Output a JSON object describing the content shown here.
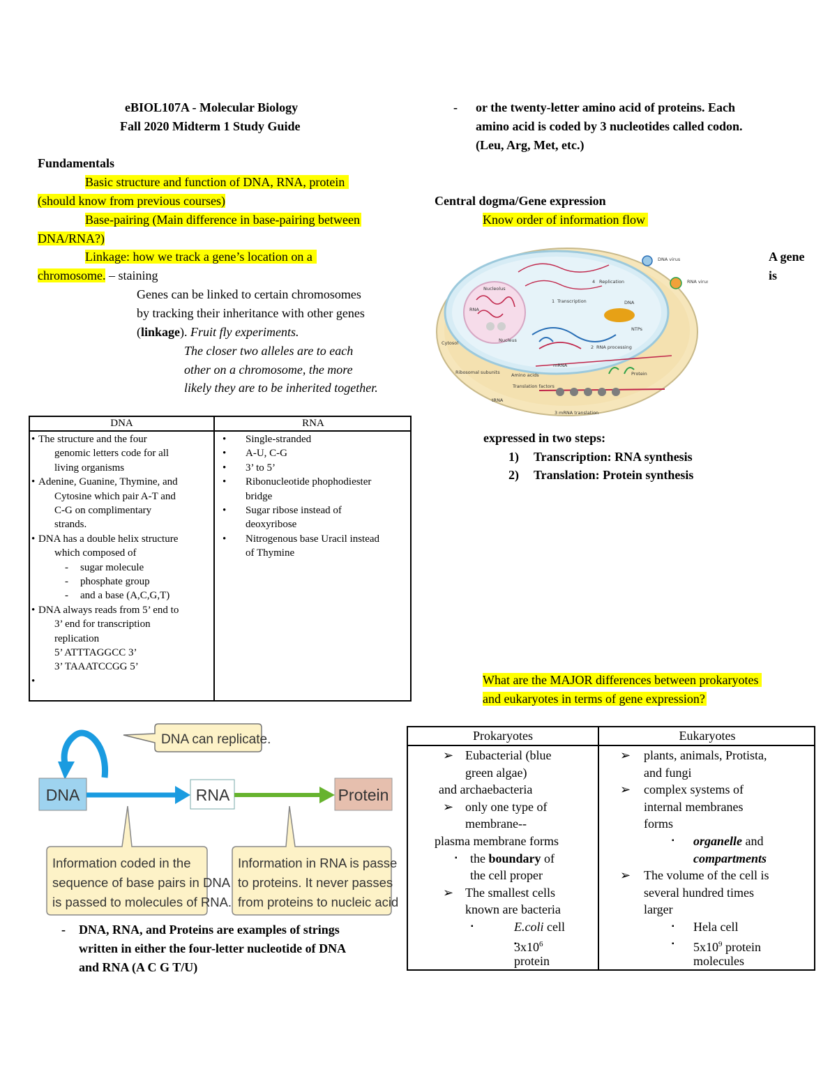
{
  "header": {
    "title_line1": "eBIOL107A - Molecular Biology",
    "title_line2": "Fall 2020 Midterm 1 Study Guide"
  },
  "fundamentals": {
    "heading": "Fundamentals",
    "item1_a": "Basic structure and function of DNA, RNA, protein",
    "item1_b": "(should know from previous courses)",
    "item2_a": "Base-pairing (Main difference in base-pairing between",
    "item2_b": "DNA/RNA?)",
    "item3_a": "Linkage: how we track a gene’s location on a",
    "item3_b": "chromosome.",
    "item3_c": " – staining",
    "linkage_1": "Genes can be linked to certain chromosomes",
    "linkage_2": "by tracking their inheritance with other genes",
    "linkage_3_open": "(",
    "linkage_3_bold": "linkage",
    "linkage_3_close": "). ",
    "linkage_3_ital": "Fruit fly experiments.",
    "closer_1": "The closer two alleles are to each",
    "closer_2": "other on a chromosome, the more",
    "closer_3": "likely they are to be inherited together."
  },
  "dna_rna_table": {
    "headers": [
      "DNA",
      "RNA"
    ],
    "dna_lines": [
      {
        "text": "The structure and the four",
        "bullet": "•",
        "indent": 0
      },
      {
        "text": "genomic letters code for all",
        "bullet": "",
        "indent": 1
      },
      {
        "text": "living organisms",
        "bullet": "",
        "indent": 1
      },
      {
        "text": "Adenine, Guanine, Thymine, and",
        "bullet": "•",
        "indent": 0
      },
      {
        "text": "Cytosine which pair A-T and",
        "bullet": "",
        "indent": 1
      },
      {
        "text": "C-G on complimentary",
        "bullet": "",
        "indent": 1
      },
      {
        "text": "strands.",
        "bullet": "",
        "indent": 1
      },
      {
        "text": "DNA has a double helix structure",
        "bullet": "•",
        "indent": 0
      },
      {
        "text": "which composed of",
        "bullet": "",
        "indent": 1
      },
      {
        "text": "sugar molecule",
        "bullet": "-",
        "indent": 2
      },
      {
        "text": "phosphate group",
        "bullet": "-",
        "indent": 2
      },
      {
        "text": "and a base (A,C,G,T)",
        "bullet": "-",
        "indent": 2
      },
      {
        "text": "DNA always reads from 5’ end to",
        "bullet": "•",
        "indent": 0
      },
      {
        "text": "3’ end for transcription",
        "bullet": "",
        "indent": 1
      },
      {
        "text": "replication",
        "bullet": "",
        "indent": 1
      },
      {
        "text": "5’ ATTTAGGCC 3’",
        "bullet": "",
        "indent": 1
      },
      {
        "text": "3’ TAAATCCGG 5’",
        "bullet": "",
        "indent": 1
      },
      {
        "text": "",
        "bullet": "•",
        "indent": 0
      }
    ],
    "rna_lines": [
      {
        "text": "Single-stranded",
        "bullet": "•"
      },
      {
        "text": "A-U, C-G",
        "bullet": "•"
      },
      {
        "text": "3’ to 5’",
        "bullet": "•"
      },
      {
        "text": "Ribonucleotide phophodiester",
        "bullet": "•"
      },
      {
        "text": "bridge",
        "bullet": ""
      },
      {
        "text": "Sugar ribose instead of",
        "bullet": "•"
      },
      {
        "text": "deoxyribose",
        "bullet": ""
      },
      {
        "text": "Nitrogenous base Uracil instead",
        "bullet": "•"
      },
      {
        "text": "of Thymine",
        "bullet": ""
      }
    ]
  },
  "flow_diagram": {
    "replicate_label": "DNA can replicate.",
    "dna_box": "DNA",
    "rna_box": "RNA",
    "protein_box": "Protein",
    "callout_left_1": "Information coded in the",
    "callout_left_2": "sequence of base pairs in DNA",
    "callout_left_3": "is passed to molecules of RNA.",
    "callout_right_1": "Information in RNA is passed",
    "callout_right_2": "to proteins. It never passes",
    "callout_right_3": "from proteins to nucleic acids.",
    "colors": {
      "dna_fill": "#9ed3ef",
      "rna_fill": "#ffffff",
      "protein_fill": "#e6bfae",
      "blue_arrow": "#1a9be0",
      "green_arrow": "#66b32e",
      "callout_fill": "#fdf2c7"
    }
  },
  "strings_note": {
    "dash": "-",
    "line1": "DNA, RNA, and Proteins are examples of strings",
    "line2": "written in either the four-letter nucleotide of DNA",
    "line3": "and RNA (A C G T/U)"
  },
  "right_top": {
    "dash": "-",
    "line1": "or the twenty-letter amino acid of proteins. Each",
    "line2": "amino acid is coded by 3 nucleotides called codon.",
    "line3": "(Leu, Arg, Met, etc.)"
  },
  "central_dogma": {
    "heading": "Central dogma/Gene expression",
    "sub": "Know order of information flow",
    "gene_a": "A gene",
    "gene_b": "is",
    "expressed": "expressed in two steps:",
    "steps": [
      {
        "num": "1)",
        "text": "Transcription: RNA synthesis"
      },
      {
        "num": "2)",
        "text": "Translation: Protein synthesis"
      }
    ],
    "cell_labels": {
      "nucleolus": "Nucleolus",
      "rna": "RNA",
      "nucleus": "Nucleus",
      "cytosol": "Cytosol",
      "replication": "Replication",
      "transcription": "Transcription",
      "dna": "DNA",
      "ntps": "NTPs",
      "rna_processing": "RNA processing",
      "mrna": "mRNA",
      "ribosomal_subunits": "Ribosomal subunits",
      "amino_acids": "Amino acids",
      "translation_factors": "Translation factors",
      "trna": "tRNA",
      "protein": "Protein",
      "mrna_translation": "mRNA translation",
      "dna_virus": "DNA virus",
      "rna_virus": "RNA virus",
      "step1": "1",
      "step2": "2",
      "step3": "3",
      "step4": "4"
    }
  },
  "major_question": {
    "line1": "What are the MAJOR differences between prokaryotes",
    "line2": "and eukaryotes in terms of gene expression?"
  },
  "prok_euk_table": {
    "headers": [
      "Prokaryotes",
      "Eukaryotes"
    ]
  }
}
